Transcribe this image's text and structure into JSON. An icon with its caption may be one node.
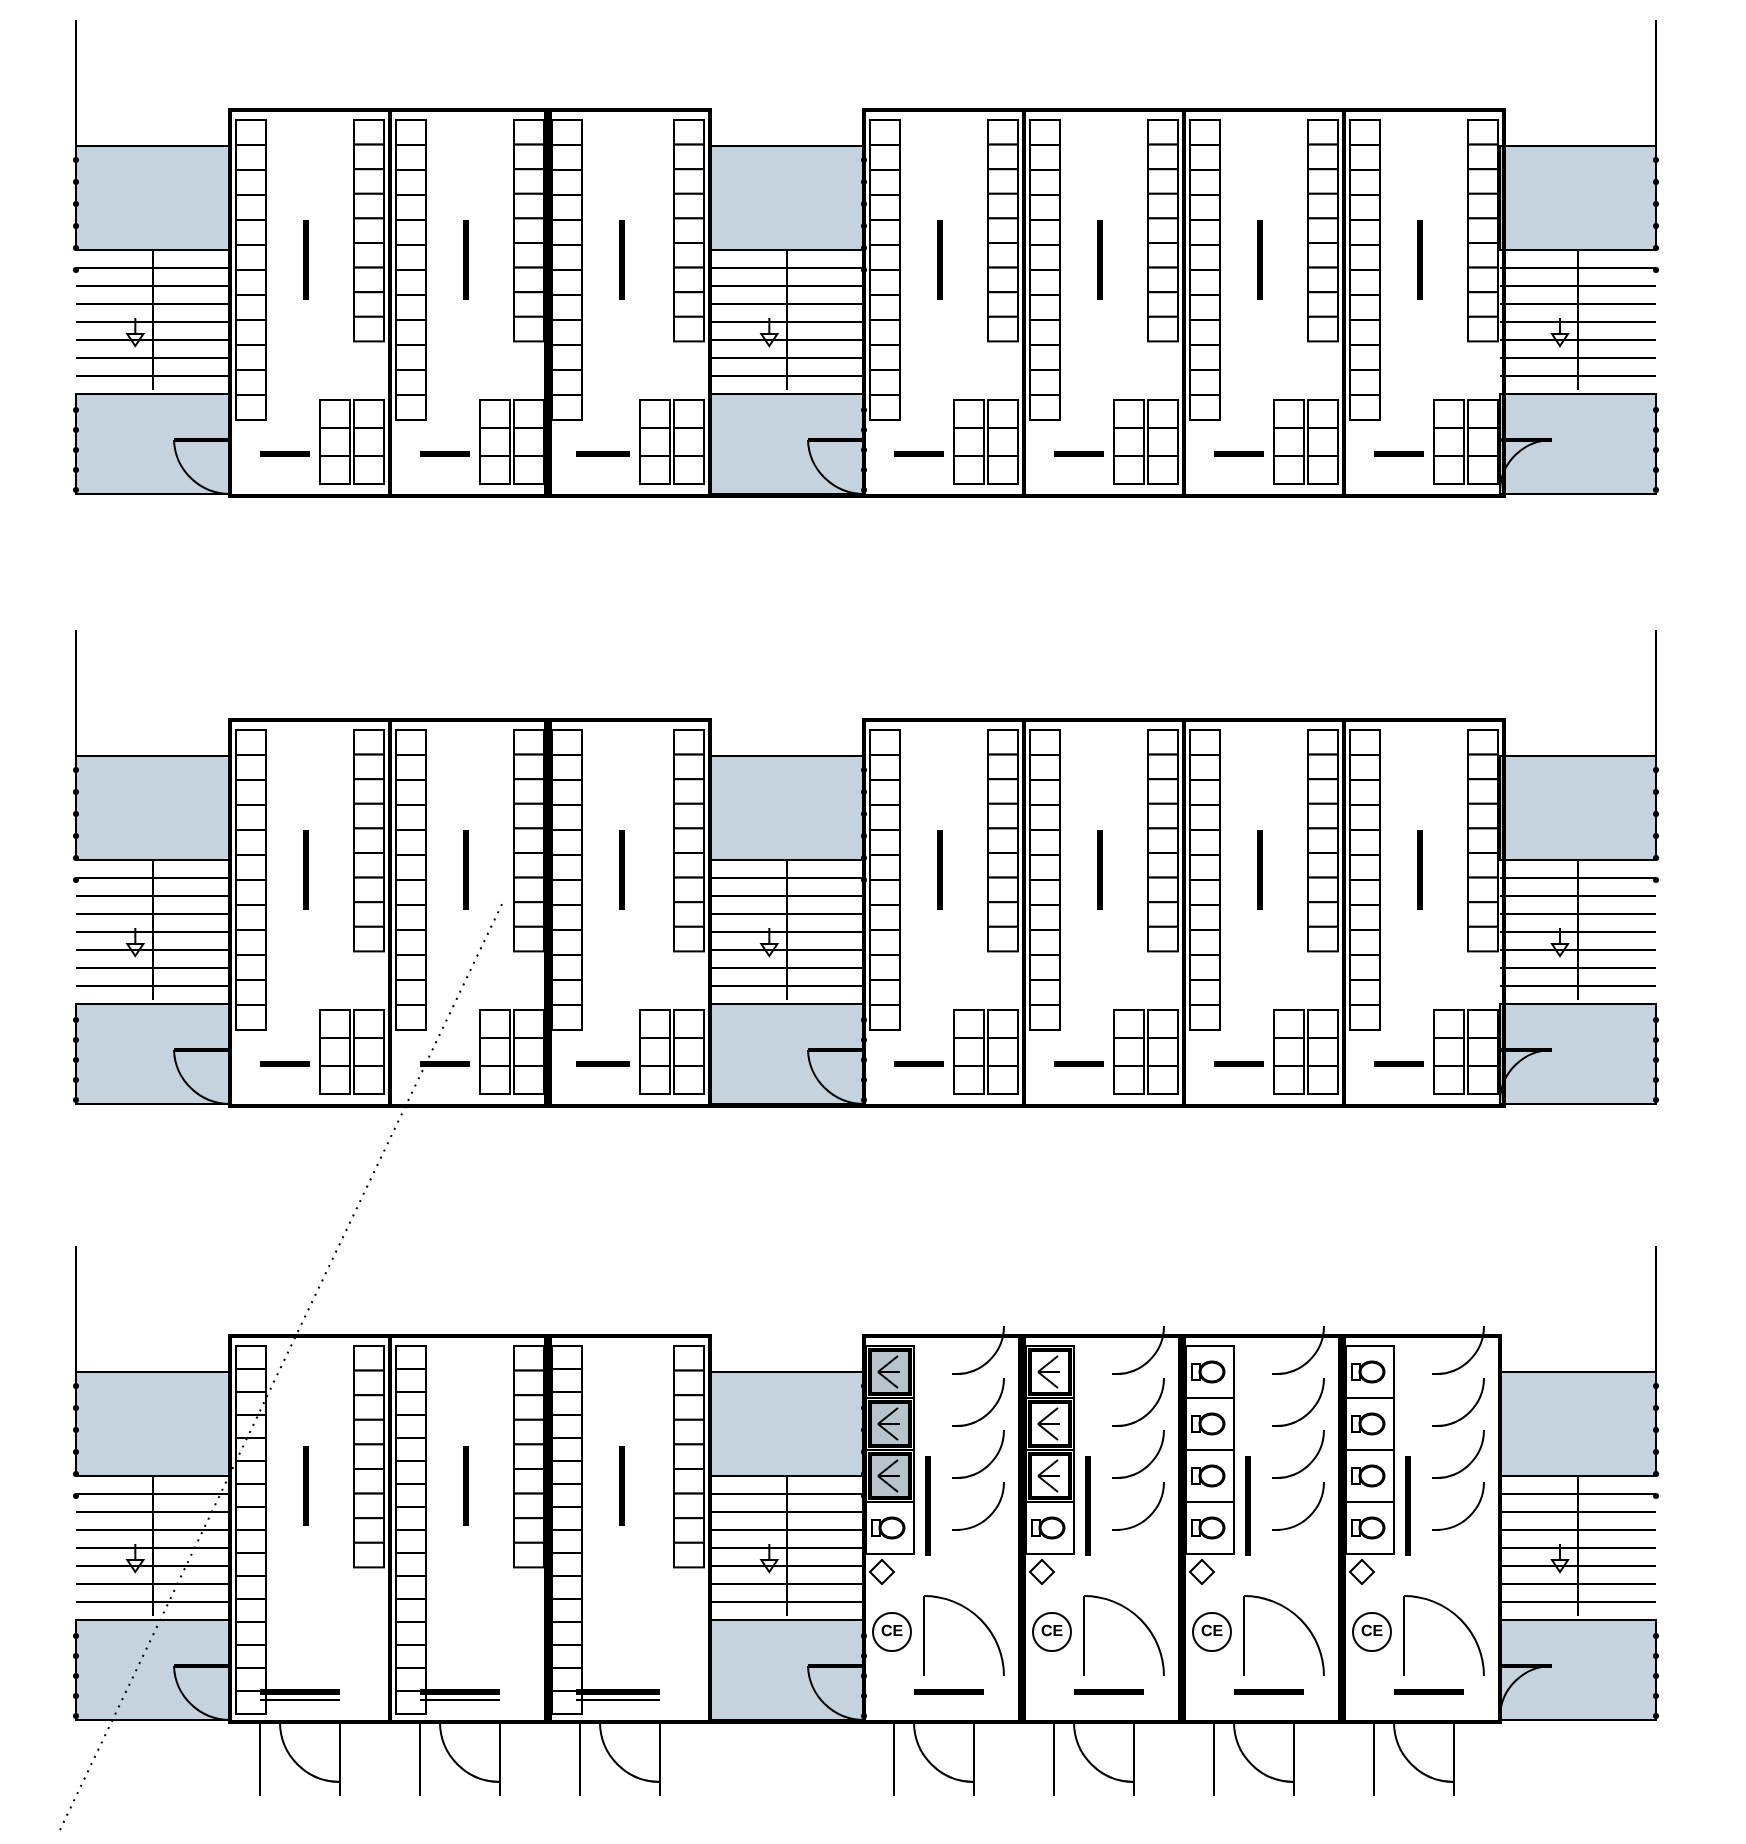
{
  "diagram": {
    "labels": [
      "CE",
      "CE",
      "CE",
      "CE"
    ]
  }
}
